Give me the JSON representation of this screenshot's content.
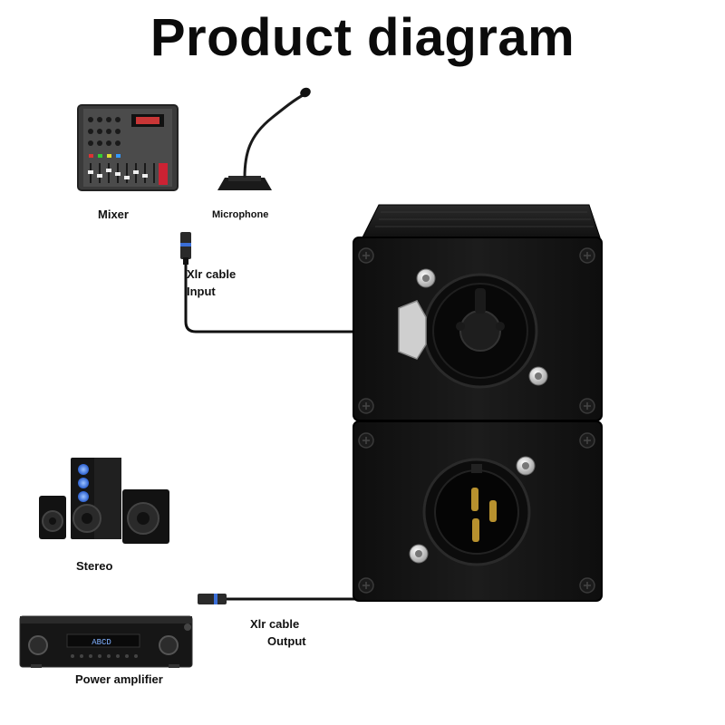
{
  "title": "Product diagram",
  "labels": {
    "mixer": "Mixer",
    "microphone": "Microphone",
    "xlr_input_line1": "Xlr cable",
    "xlr_input_line2": "Input",
    "stereo": "Stereo",
    "xlr_output_line1": "Xlr cable",
    "xlr_output_line2": "Output",
    "power_amplifier": "Power amplifier"
  },
  "amp_display": "ABCD",
  "colors": {
    "device_body": "#141414",
    "device_edge": "#2b2b2b",
    "cable": "#111111",
    "connector_accent": "#3b6fd8",
    "screw": "#d8d8d8"
  }
}
